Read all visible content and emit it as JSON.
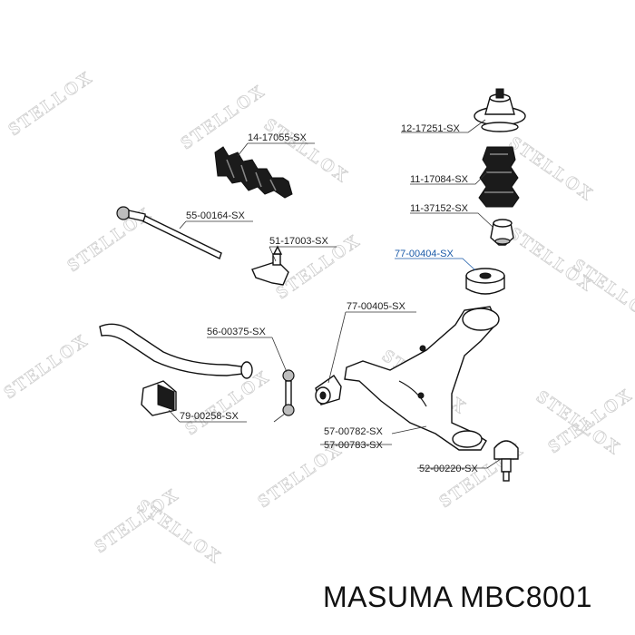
{
  "watermark": "STELLOX",
  "footer": {
    "brand": "MASUMA",
    "part_number": "MBC8001"
  },
  "parts": [
    {
      "id": "upper-mount",
      "label": "12-17251-SX"
    },
    {
      "id": "boot",
      "label": "11-17084-SX"
    },
    {
      "id": "bump-stop",
      "label": "11-37152-SX"
    },
    {
      "id": "strut-bushing",
      "label": "77-00404-SX",
      "highlight": true
    },
    {
      "id": "steering-boot",
      "label": "14-17055-SX"
    },
    {
      "id": "tie-rod",
      "label": "55-00164-SX"
    },
    {
      "id": "tie-rod-end",
      "label": "51-17003-SX"
    },
    {
      "id": "arm-bushing",
      "label": "77-00405-SX"
    },
    {
      "id": "stabilizer-link",
      "label": "56-00375-SX"
    },
    {
      "id": "stabilizer-bushing",
      "label": "79-00258-SX"
    },
    {
      "id": "control-arm-left",
      "label": "57-00782-SX"
    },
    {
      "id": "control-arm-right",
      "label": "57-00783-SX"
    },
    {
      "id": "ball-joint",
      "label": "52-00220-SX"
    }
  ]
}
